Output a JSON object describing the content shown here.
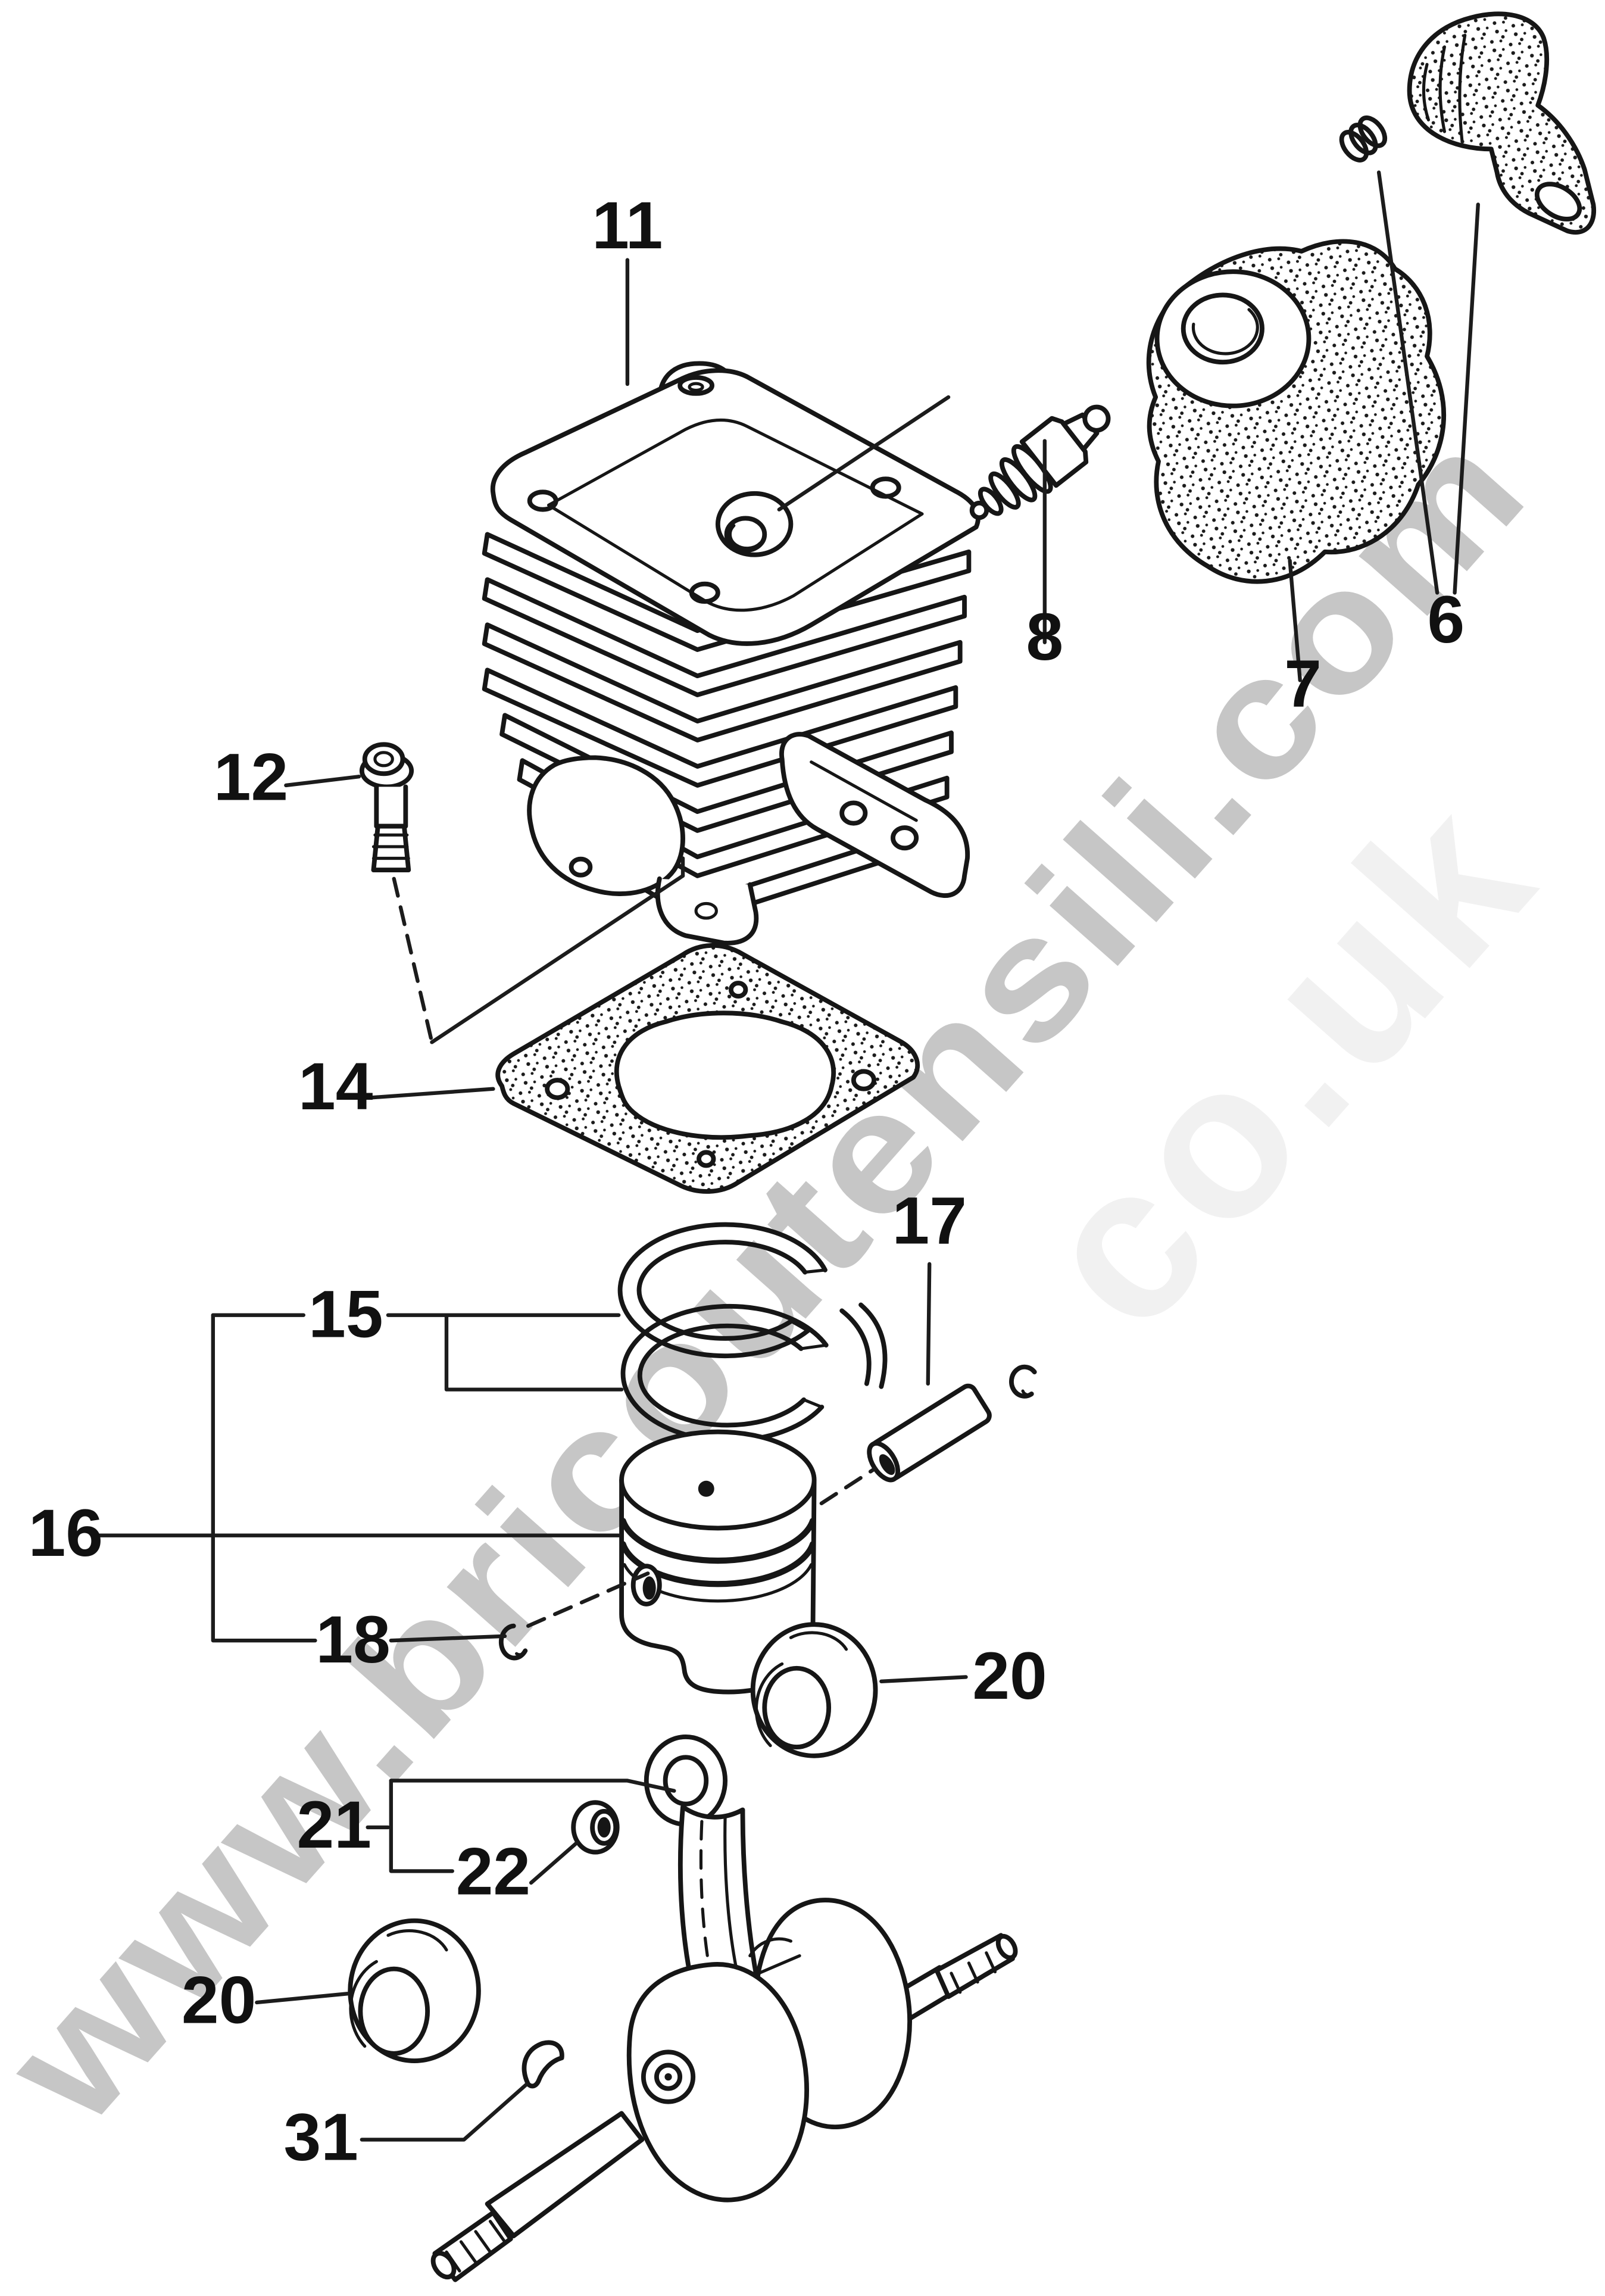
{
  "watermark": {
    "primary": "www.bricoutensili.com",
    "secondary": "co.uk"
  },
  "colors": {
    "background": "#ffffff",
    "line": "#161616",
    "label": "#111111",
    "watermark": "#c6c6c6",
    "watermark_faint": "#f1f1f1"
  },
  "callouts": {
    "n11": {
      "label": "11"
    },
    "n6": {
      "label": "6"
    },
    "n7": {
      "label": "7"
    },
    "n8": {
      "label": "8"
    },
    "n12": {
      "label": "12"
    },
    "n14": {
      "label": "14"
    },
    "n15": {
      "label": "15"
    },
    "n16": {
      "label": "16"
    },
    "n17": {
      "label": "17"
    },
    "n18": {
      "label": "18"
    },
    "n20a": {
      "label": "20"
    },
    "n20b": {
      "label": "20"
    },
    "n21": {
      "label": "21"
    },
    "n22": {
      "label": "22"
    },
    "n31": {
      "label": "31"
    }
  }
}
